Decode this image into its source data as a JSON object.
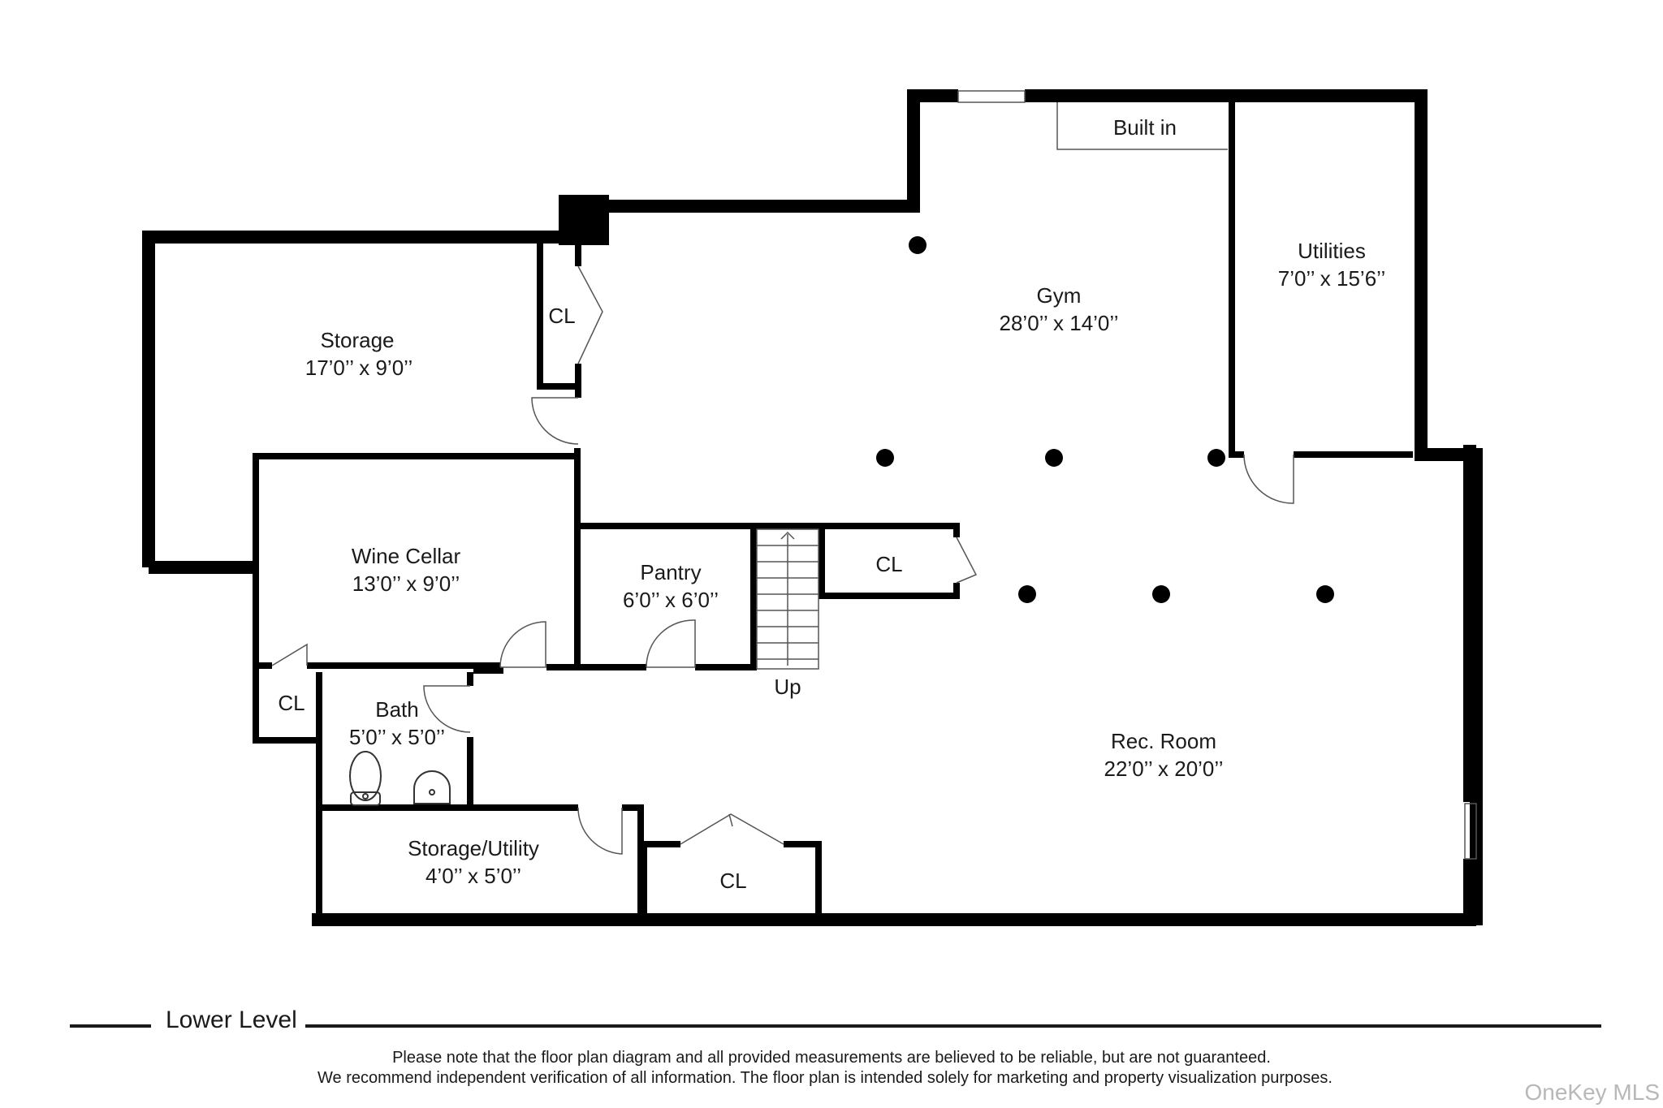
{
  "rooms": {
    "storage": {
      "name": "Storage",
      "dims": "17’0’’ x 9’0’’"
    },
    "gym": {
      "name": "Gym",
      "dims": "28’0’’ x 14’0’’"
    },
    "utilities": {
      "name": "Utilities",
      "dims": "7’0’’ x 15’6’’"
    },
    "wine_cellar": {
      "name": "Wine Cellar",
      "dims": "13’0’’ x 9’0’’"
    },
    "pantry": {
      "name": "Pantry",
      "dims": "6’0’’ x 6’0’’"
    },
    "bath": {
      "name": "Bath",
      "dims": "5’0’’ x 5’0’’"
    },
    "rec_room": {
      "name": "Rec. Room",
      "dims": "22’0’’ x 20’0’’"
    },
    "storage_utility": {
      "name": "Storage/Utility",
      "dims": "4’0’’ x 5’0’’"
    }
  },
  "labels": {
    "built_in": "Built in",
    "closet": "CL",
    "stairs": "Up"
  },
  "footer": {
    "level": "Lower Level",
    "disclaimer_1": "Please note that the floor plan diagram and all provided measurements are believed to be reliable, but are not guaranteed.",
    "disclaimer_2": "We recommend independent verification of all information. The floor plan is intended solely for marketing and property visualization purposes.",
    "watermark": "OneKey MLS"
  },
  "colors": {
    "wall": "#000000",
    "thin": "#555555",
    "background": "#ffffff"
  }
}
